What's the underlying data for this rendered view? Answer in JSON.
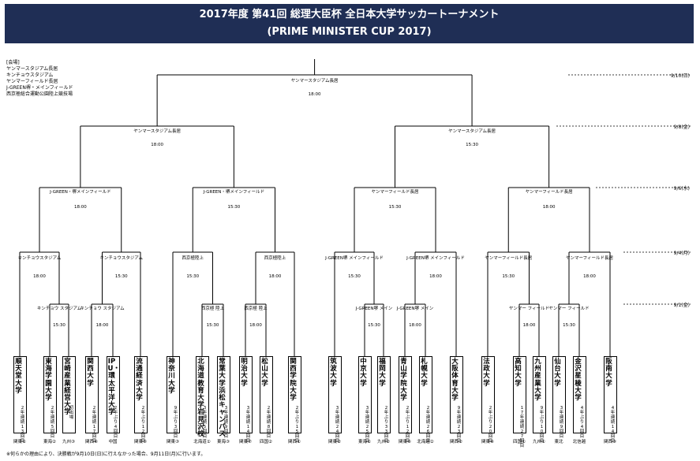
{
  "header": {
    "title": "2017年度 第41回 総理大臣杯 全日本大学サッカートーナメント",
    "subtitle": "(PRIME MINISTER CUP 2017)"
  },
  "venues": {
    "heading": "[会場]",
    "items": [
      "ヤンマースタジアム長居",
      "キンチョウスタジアム",
      "ヤンマーフィールド長居",
      "J-GREEN堺・メインフィールド",
      "西京極総合運動公園陸上競技場"
    ]
  },
  "dates": {
    "final": "9/10(日)",
    "semi": "9/8(金)",
    "quarter": "9/6(水)",
    "round2": "9/4(月)",
    "round1": "9/1(金)"
  },
  "matches": {
    "final": {
      "venue": "ヤンマースタジアム長居",
      "time": "18:00"
    },
    "sf1": {
      "venue": "ヤンマースタジアム長居",
      "time": "18:00"
    },
    "sf2": {
      "venue": "ヤンマースタジアム長居",
      "time": "15:30"
    },
    "qf1": {
      "venue": "J-GREEN・堺メインフィールド",
      "time": "18:00"
    },
    "qf2": {
      "venue": "J-GREEN・堺メインフィールド",
      "time": "15:30"
    },
    "qf3": {
      "venue": "ヤンマーフィールド長居",
      "time": "15:30"
    },
    "qf4": {
      "venue": "ヤンマーフィールド長居",
      "time": "18:00"
    },
    "r2_1": {
      "venue": "キンチョウスタジアム",
      "time": "18:00"
    },
    "r2_2": {
      "venue": "キンチョウスタジアム",
      "time": "15:30"
    },
    "r2_3": {
      "venue": "西京極陸上",
      "time": "15:30"
    },
    "r2_4": {
      "venue": "西京極陸上",
      "time": "18:00"
    },
    "r2_5": {
      "venue": "J-GREEN堺 メインフィールド",
      "time": "15:30"
    },
    "r2_6": {
      "venue": "J-GREEN堺 メインフィールド",
      "time": "18:00"
    },
    "r2_7": {
      "venue": "ヤンマーフィールド長居",
      "time": "15:30"
    },
    "r2_8": {
      "venue": "ヤンマーフィールド長居",
      "time": "18:00"
    },
    "r1_1": {
      "venue": "キンチョウ スタジアム",
      "time": "15:30"
    },
    "r1_2": {
      "venue": "キンチョウ スタジアム",
      "time": "18:00"
    },
    "r1_3": {
      "venue": "西京極 陸上",
      "time": "15:30"
    },
    "r1_4": {
      "venue": "西京極 陸上",
      "time": "18:00"
    },
    "r1_5": {
      "venue": "J-GREEN堺 メイン",
      "time": "15:30"
    },
    "r1_6": {
      "venue": "J-GREEN堺 メイン",
      "time": "18:00"
    },
    "r1_7": {
      "venue": "ヤンマー フィールド",
      "time": "18:00"
    },
    "r1_8": {
      "venue": "ヤンマー フィールド",
      "time": "15:30"
    }
  },
  "teams": [
    {
      "name": "順天堂大学",
      "record": "2年連続13回目",
      "region": "関東①"
    },
    {
      "name": "東海学園大学",
      "record": "2年連続5回目",
      "region": "東海②"
    },
    {
      "name": "宮崎産業経営大学",
      "record": "初出場",
      "region": "九州③"
    },
    {
      "name": "関西大学",
      "record": "2年連続17回目",
      "region": "関西④"
    },
    {
      "name": "IPU・環太平洋大学",
      "record": "2年ぶり4回目",
      "region": "中国"
    },
    {
      "name": "流通経済大学",
      "record": "2年ぶり12回目",
      "region": "関東⑤"
    },
    {
      "name": "神奈川大学",
      "record": "9年ぶり3回目",
      "region": "関東③"
    },
    {
      "name": "北海道教育大学岩見沢校",
      "record": "3年連続5回目",
      "region": "北海道①"
    },
    {
      "name": "常葉大学浜松キャンパス",
      "record": "3年連続9回目",
      "region": "東海③"
    },
    {
      "name": "明治大学",
      "record": "3年連続14回目",
      "region": "関東⑦"
    },
    {
      "name": "松山大学",
      "record": "2年連続8回目",
      "region": "四国②"
    },
    {
      "name": "関西学院大学",
      "record": "2年ぶり15回目",
      "region": "関西①"
    },
    {
      "name": "筑波大学",
      "record": "3年連続24回目",
      "region": "関東②"
    },
    {
      "name": "中京大学",
      "record": "3年連続25回目",
      "region": "東海①"
    },
    {
      "name": "福岡大学",
      "record": "2年ぶり33回目",
      "region": "九州②"
    },
    {
      "name": "青山学院大学",
      "record": "2年ぶり12回目",
      "region": "関東⑥"
    },
    {
      "name": "札幌大学",
      "record": "2年連続26回目",
      "region": "北海道②"
    },
    {
      "name": "大阪体育大学",
      "record": "9年連続23回目",
      "region": "関西②"
    },
    {
      "name": "法政大学",
      "record": "2年ぶり20回目",
      "region": "関東④"
    },
    {
      "name": "高知大学",
      "record": "17年連続27回目",
      "region": "四国①"
    },
    {
      "name": "九州産業大学",
      "record": "9年ぶり10回目",
      "region": "九州①"
    },
    {
      "name": "仙台大学",
      "record": "3年連続9回目",
      "region": "東北"
    },
    {
      "name": "金沢星稜大学",
      "record": "4年ぶり4回目",
      "region": "北信越"
    },
    {
      "name": "阪南大学",
      "record": "4年連続14回目",
      "region": "関西③"
    }
  ],
  "footnote": "※何らかの理由により、決勝戦が9月10日(日)に行えなかった場合、9月11日(月)に行います。"
}
